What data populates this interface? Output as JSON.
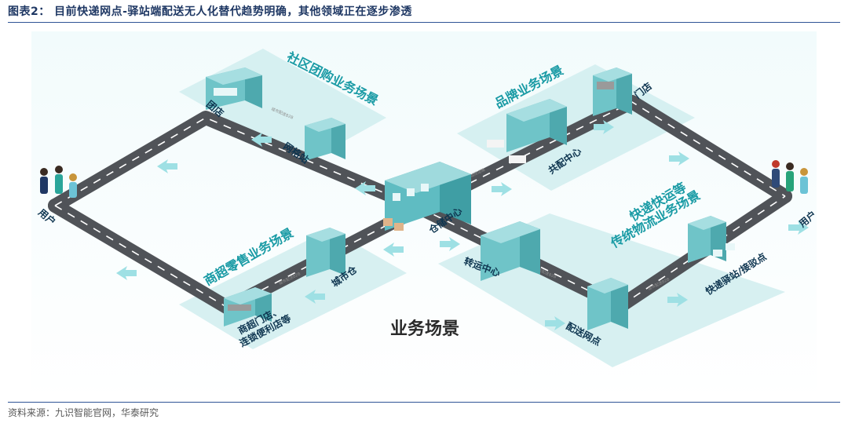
{
  "title": "图表2：  目前快递网点-驿站端配送无人化替代趋势明确，其他领域正在逐步渗透",
  "source": "资料来源：九识智能官网，华泰研究",
  "center_label": "业务场景",
  "scenes": {
    "community": "社区团购业务场景",
    "brand": "品牌业务场景",
    "retail": "商超零售业务场景",
    "express": [
      "快递快运等",
      "传统物流业务场景"
    ]
  },
  "nodes": {
    "tuandian": "团店",
    "grid_station": "网格站",
    "user_left": "用户",
    "warehouse_center": "仓储中心",
    "distribution_center": "共配中心",
    "store": "门店",
    "user_right": "用户",
    "city_warehouse": "城市仓",
    "supermarket": [
      "商超门店、",
      "连锁便利店等"
    ],
    "transfer_center": "转运中心",
    "delivery_outlet": "配送网点",
    "express_station": "快递驿站/接驳点"
  },
  "road_tags": {
    "city_delivery": "城市配送B2B",
    "trunk": "城际运输"
  },
  "colors": {
    "road": "#505358",
    "platform": "#d3eef0",
    "accent": "#1a9ba5",
    "building": "#6fc4c8"
  }
}
